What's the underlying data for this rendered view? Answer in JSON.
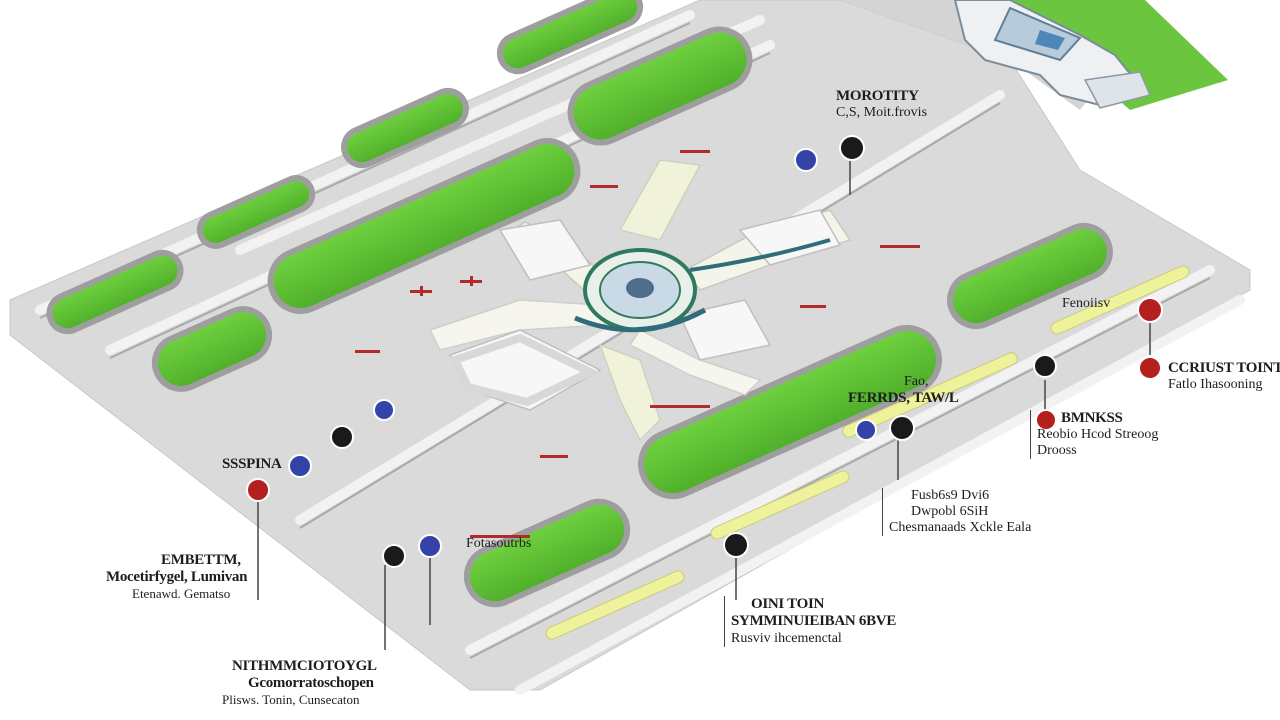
{
  "colors": {
    "background": "#ffffff",
    "apron": "#d6d6d6",
    "taxiway": "#bdbdbd",
    "grass": "#5cbf36",
    "grass_edge": "#3f9a22",
    "building": "#eeeeea",
    "building_shadow": "#c9c9c4",
    "terminal_roof": "#6a9fc9",
    "rotunda": "#2f7a5e",
    "marking": "#eef29a",
    "pin_black": "#1a1a1a",
    "pin_red": "#b3201e",
    "pin_blue": "#3343a8",
    "field": "#6cc53f"
  },
  "labels": {
    "top": {
      "line1": "MOROTITY",
      "line2": "C,S, Moit.frovis"
    },
    "left_mid": {
      "line1": "SSSPINA"
    },
    "left_lower": {
      "line1": "EMBETTM,",
      "line2": "Mocetirfygel, Lumivan",
      "line3": "Etenawd. Gematso"
    },
    "bottom_left": {
      "line1": "NITHMMCIOTOYGL",
      "line2": "Gcomorratoschopen",
      "line3": "Plisws. Tonin, Cunsecaton"
    },
    "lower_center_small": {
      "line1": "Fotasoutrbs"
    },
    "center_right": {
      "line1": "Fao,",
      "line2": "FERRDS, TAW/L"
    },
    "right_column": {
      "line1": "Fusb6s9 Dvi6",
      "line2": "Dwpobl 6SiH",
      "line3": "Chesmanaads Xckle Eala"
    },
    "bottom_center": {
      "line1": "OINI TOIN",
      "line2": "SYMMINUIEIBAN 6BVE",
      "line3": "Rusviv ihcemenctal"
    },
    "far_right_small": {
      "line1": "Fenoiisv"
    },
    "far_right_top": {
      "line1": "CCRIUST TOINT",
      "line2": "Fatlo Ihasooning"
    },
    "far_right_mid": {
      "line1": "BMNKSS",
      "line2": "Reobio Hcod Streoog",
      "line3": "Drooss"
    }
  }
}
